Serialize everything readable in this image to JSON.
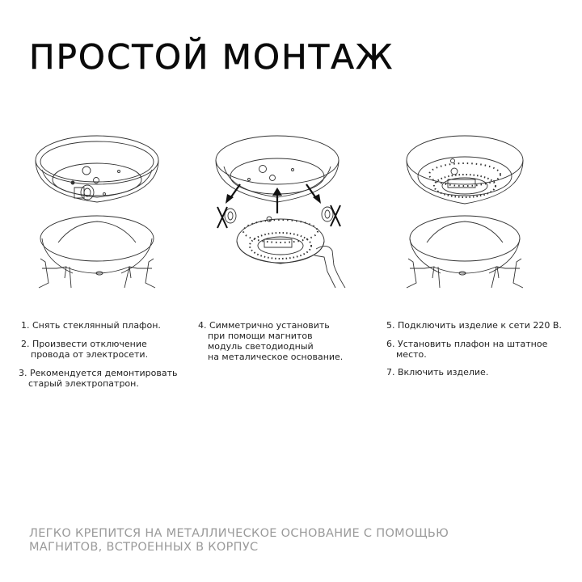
{
  "title": "ПРОСТОЙ МОНТАЖ",
  "colors": {
    "title": "#0a0a0a",
    "text": "#222222",
    "footer": "#9a9a9a",
    "line_art": "#333333"
  },
  "illustrations": [
    {
      "name": "remove-glass-shade",
      "desc": "ceiling base with old socket, glass shade held below by hands"
    },
    {
      "name": "install-led-module",
      "desc": "old sockets removed (crossed), LED module lifted onto base with magnets"
    },
    {
      "name": "reattach-shade",
      "desc": "LED module mounted on base, shade held below by hands"
    }
  ],
  "columns": [
    {
      "steps": [
        {
          "lines": [
            "1.  Снять стеклянный плафон."
          ]
        },
        {
          "lines": [
            "2. Произвести отключение",
            "провода от электросети."
          ]
        },
        {
          "lines": [
            "3. Рекомендуется демонтировать",
            "старый электропатрон."
          ]
        }
      ]
    },
    {
      "steps": [
        {
          "lines": [
            "4. Симметрично установить",
            "при помощи магнитов",
            "модуль светодиодный",
            "на металическое основание."
          ]
        }
      ]
    },
    {
      "steps": [
        {
          "lines": [
            "5. Подключить изделие к сети 220 В."
          ]
        },
        {
          "lines": [
            "6. Установить  плафон на штатное",
            "место."
          ]
        },
        {
          "lines": [
            "7. Включить изделие."
          ]
        }
      ]
    }
  ],
  "footer": {
    "line1": "ЛЕГКО КРЕПИТСЯ НА МЕТАЛЛИЧЕСКОЕ ОСНОВАНИЕ С ПОМОЩЬЮ",
    "line2": "МАГНИТОВ, ВСТРОЕННЫХ В КОРПУС"
  }
}
